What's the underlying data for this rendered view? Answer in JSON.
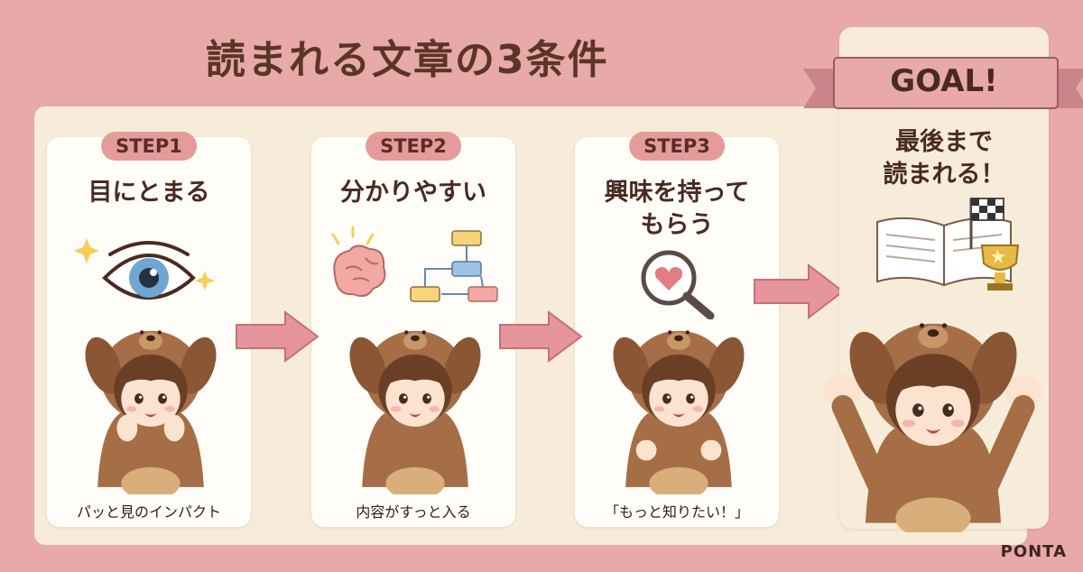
{
  "title": "読まれる文章の3条件",
  "steps": [
    {
      "pill": "STEP1",
      "heading": "目にとまる",
      "caption": "パッと見のインパクト",
      "icon": "eye-icon"
    },
    {
      "pill": "STEP2",
      "heading": "分かりやすい",
      "caption": "内容がすっと入る",
      "icon": "brain-flowchart-icon"
    },
    {
      "pill": "STEP3",
      "heading": "興味を持って\nもらう",
      "caption": "「もっと知りたい！」",
      "icon": "magnifier-heart-icon"
    }
  ],
  "goal": {
    "label": "GOAL!",
    "heading": "最後まで\n読まれる！"
  },
  "brand": "PONTA",
  "colors": {
    "background": "#e8a9a9",
    "panel": "#f6ecd9",
    "card": "#fffdf8",
    "accent": "#e59b9b",
    "text": "#4a2a20"
  }
}
